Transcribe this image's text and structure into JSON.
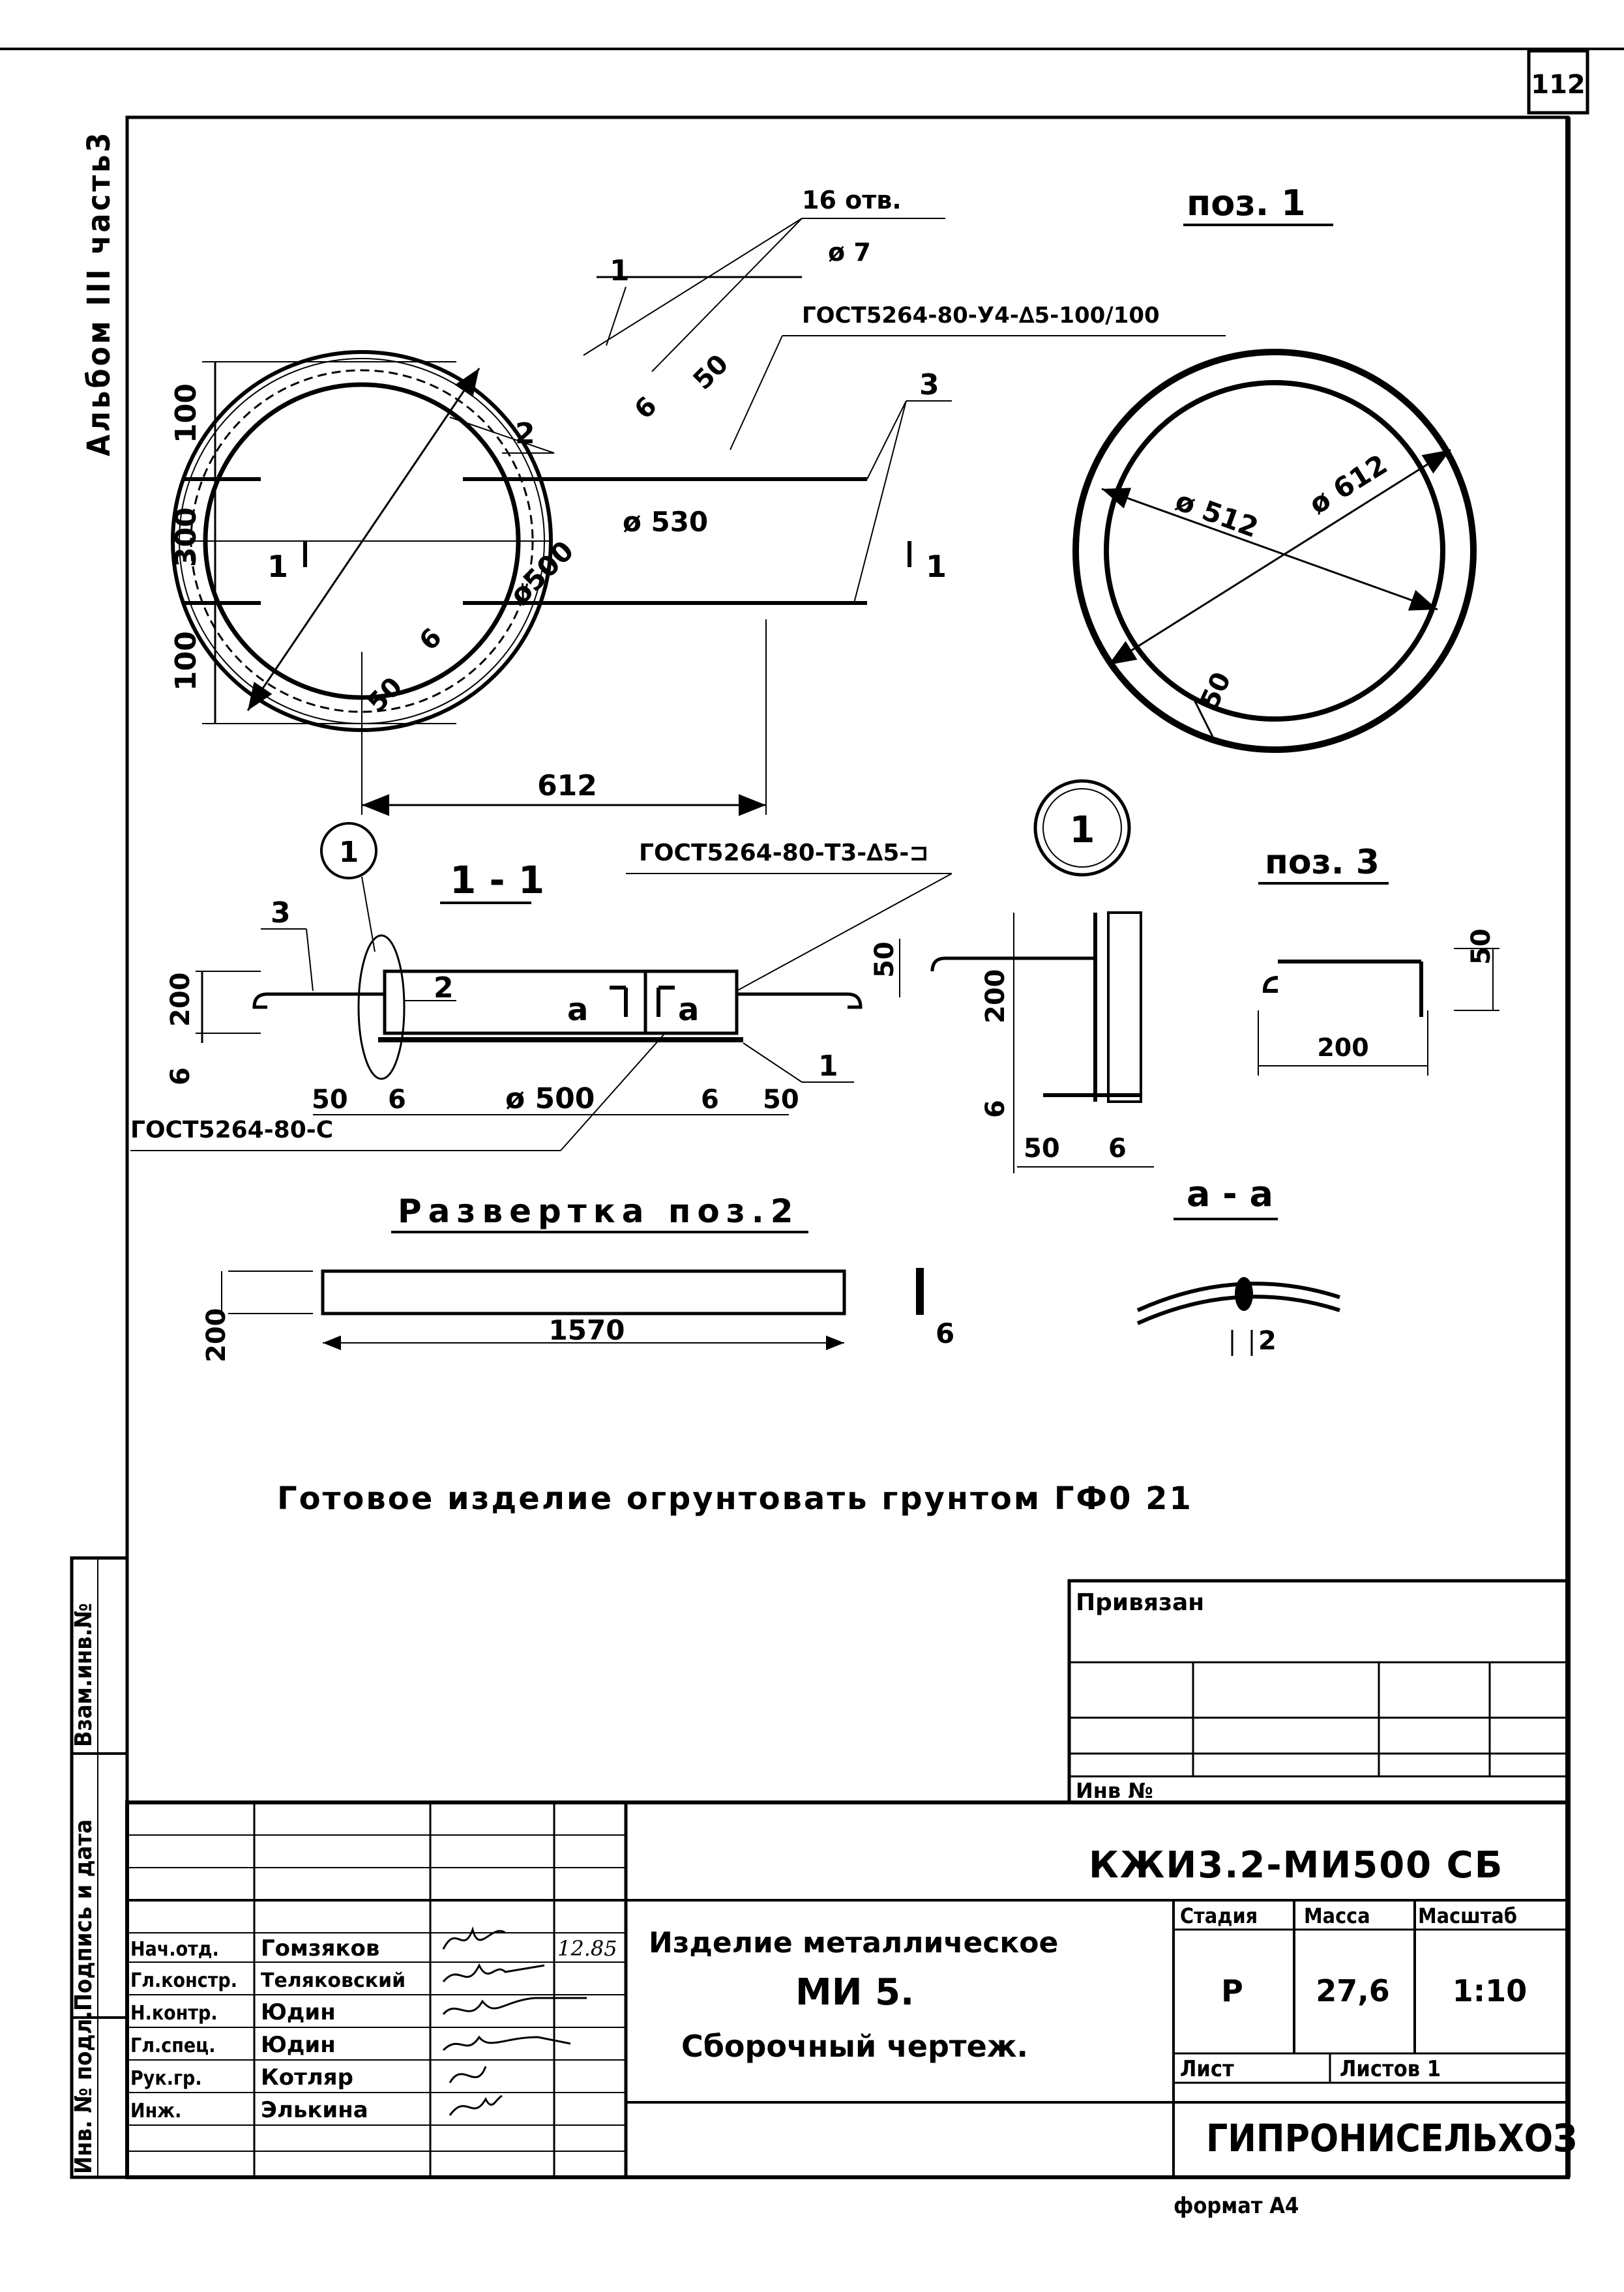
{
  "sheet_number": "112",
  "album_label": "Альбом III часть3",
  "title_views": {
    "pos1_left": "поз. 1",
    "pos3": "поз. 3",
    "section_1_1": "1 - 1",
    "section_a_a": "а - а",
    "unfold": "Развертка поз.2",
    "detail_mark": "1",
    "detail_mark_small": "1"
  },
  "notes": {
    "holes": "16 отв.",
    "hole_dia": "ø 7",
    "gost_top": "ГОСТ5264-80-У4-∆5-100/100",
    "gost_mid": "ГОСТ5264-80-Т3-∆5-⊐",
    "gost_bottom": "ГОСТ5264-80-С",
    "finish_note": "Готовое изделие огрунтовать грунтом ГФ0 21"
  },
  "callouts": {
    "c1": "1",
    "c2": "2",
    "c3": "3",
    "c1b": "1",
    "c2b": "2",
    "c3b": "3",
    "sec_left": "1",
    "sec_right": "1",
    "a_left": "а",
    "a_right": "а"
  },
  "dims": {
    "d100a": "100",
    "d300": "300",
    "d100b": "100",
    "d612": "612",
    "d50a": "50",
    "d6a": "6",
    "d6b": "6",
    "d50b": "50",
    "dia500": "ø500",
    "dia530": "ø 530",
    "dia512": "ø 512",
    "dia612": "ø 612",
    "d50c": "50",
    "s200": "200",
    "s6": "6",
    "s50l": "50",
    "s6l": "6",
    "s500": "ø 500",
    "s6r": "6",
    "s50r": "50",
    "s50top": "50",
    "det200": "200",
    "det6": "6",
    "det50": "50",
    "det6b": "6",
    "p3_50": "50",
    "p3_200": "200",
    "u200": "200",
    "u1570": "1570",
    "u6": "6",
    "aa_2": "2"
  },
  "stamp": {
    "privyazan": "Привязан",
    "inv_n": "Инв №",
    "designation": "КЖИ3.2-МИ500 СБ",
    "product_line1": "Изделие металлическое",
    "product_line2": "МИ 5.",
    "product_line3": "Сборочный чертеж.",
    "col_stage": "Стадия",
    "col_mass": "Масса",
    "col_scale": "Масштаб",
    "stage": "Р",
    "mass": "27,6",
    "scale": "1:10",
    "sheet": "Лист",
    "sheets": "Листов 1",
    "org": "ГИПРОНИСЕЛЬХОЗ",
    "format": "формат А4",
    "date": "12.85",
    "roles": [
      {
        "role": "Нач.отд.",
        "name": "Гомзяков"
      },
      {
        "role": "Гл.констр.",
        "name": "Теляковский"
      },
      {
        "role": "Н.контр.",
        "name": "Юдин"
      },
      {
        "role": "Гл.спец.",
        "name": "Юдин"
      },
      {
        "role": "Рук.гр.",
        "name": "Котляр"
      },
      {
        "role": "Инж.",
        "name": "Элькина"
      }
    ]
  },
  "side_labels": {
    "vzam": "Взам.инв.№",
    "podpis": "Подпись и дата",
    "inv_podl": "Инв. № подл."
  }
}
